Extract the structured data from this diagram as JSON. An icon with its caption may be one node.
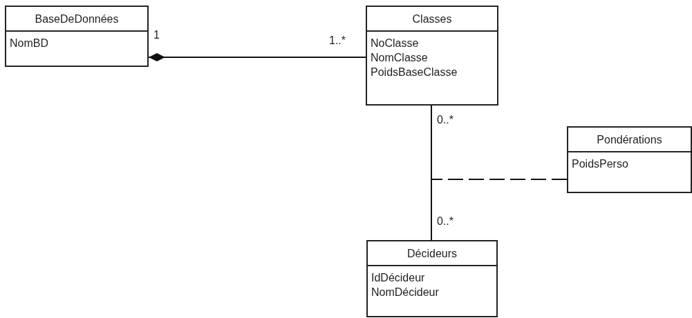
{
  "diagram": {
    "nodes": [
      {
        "text": [
          "BaseDeDonnées",
          "NomBD"
        ]
      },
      {
        "text": [
          "Classes",
          "NoClasse",
          "NomClasse",
          "PoidsBaseClasse"
        ]
      },
      {
        "text": [
          "Pondérations",
          "PoidsPerso"
        ]
      },
      {
        "text": [
          "Décideurs",
          "IdDécideur",
          "NomDécideur"
        ]
      }
    ],
    "edges": [
      {
        "from": 0,
        "to": 1,
        "arrow": "other"
      },
      {
        "from": 1,
        "to": 3,
        "arrow": "none"
      },
      {
        "from": 2,
        "to": null,
        "arrow": "none",
        "style": "dashed"
      }
    ],
    "labels": [
      "1",
      "1..*",
      "0..*",
      "0..*"
    ]
  }
}
